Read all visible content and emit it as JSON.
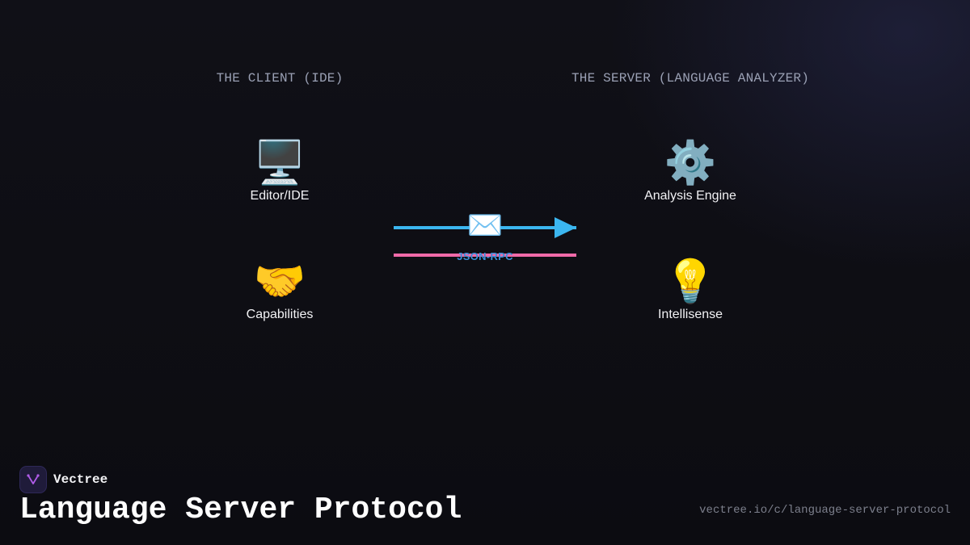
{
  "columns": {
    "client_heading": "THE CLIENT (IDE)",
    "server_heading": "THE SERVER (LANGUAGE ANALYZER)"
  },
  "client": {
    "editor": {
      "icon": "🖥️",
      "icon_name": "desktop-computer-icon",
      "label": "Editor/IDE"
    },
    "capabilities": {
      "icon": "🤝",
      "icon_name": "handshake-icon",
      "label": "Capabilities"
    }
  },
  "server": {
    "engine": {
      "icon": "⚙️",
      "icon_name": "gear-icon",
      "label": "Analysis Engine"
    },
    "intellisense": {
      "icon": "💡",
      "icon_name": "light-bulb-icon",
      "label": "Intellisense"
    }
  },
  "channel": {
    "icon": "✉️",
    "icon_name": "envelope-icon",
    "label": "JSON-RPC",
    "request_color": "#3bb6f0",
    "response_color": "#f06aa8"
  },
  "brand": {
    "name": "Vectree",
    "logo_bg": "#1f1b3a",
    "logo_accent": "#b05ce8"
  },
  "title": "Language Server Protocol",
  "url": "vectree.io/c/language-server-protocol"
}
